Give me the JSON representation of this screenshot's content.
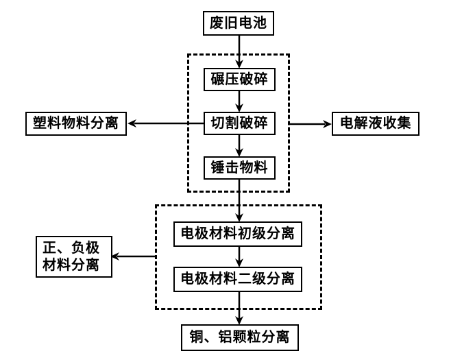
{
  "diagram": {
    "type": "flowchart",
    "nodes": {
      "waste_battery": {
        "label": "废旧电池"
      },
      "roll_crushing": {
        "label": "碾压破碎"
      },
      "cutting_crushing": {
        "label": "切割破碎"
      },
      "hammer_material": {
        "label": "锤击物料"
      },
      "plastic_separation": {
        "label": "塑料物料分离"
      },
      "electrolyte_collect": {
        "label": "电解液收集"
      },
      "electrode_primary": {
        "label": "电极材料初级分离"
      },
      "electrode_secondary": {
        "label": "电极材料二级分离"
      },
      "pos_neg_separation": {
        "label_line1": "正、负极",
        "label_line2": "材料分离"
      },
      "cu_al_separation": {
        "label": "铜、铝颗粒分离"
      }
    },
    "edges": [
      {
        "from": "waste_battery",
        "to": "roll_crushing"
      },
      {
        "from": "roll_crushing",
        "to": "cutting_crushing"
      },
      {
        "from": "cutting_crushing",
        "to": "plastic_separation"
      },
      {
        "from": "cutting_crushing",
        "to": "electrolyte_collect"
      },
      {
        "from": "cutting_crushing",
        "to": "hammer_material"
      },
      {
        "from": "hammer_material",
        "to": "electrode_primary"
      },
      {
        "from": "electrode_primary",
        "to": "electrode_secondary"
      },
      {
        "from": "electrode_primary",
        "to": "pos_neg_separation"
      },
      {
        "from": "electrode_secondary",
        "to": "cu_al_separation"
      }
    ],
    "colors": {
      "line": "#000000",
      "box_border": "#000000",
      "box_background": "#ffffff",
      "text": "#000000",
      "page_background": "#ffffff"
    }
  }
}
